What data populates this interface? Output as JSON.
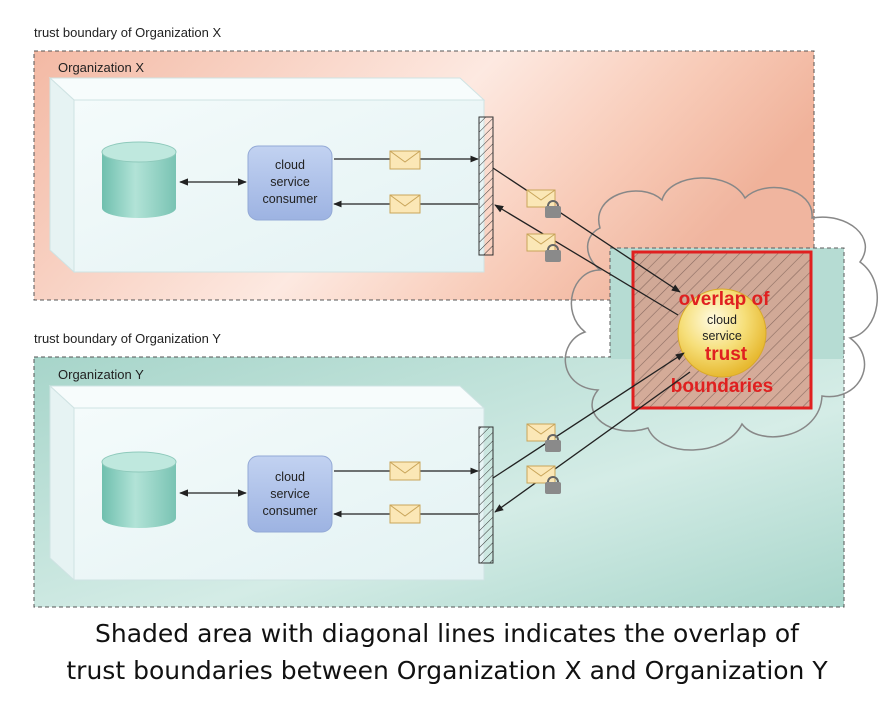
{
  "trust_boundary_x_label": "trust boundary of Organization X",
  "trust_boundary_y_label": "trust boundary of Organization Y",
  "org_x_label": "Organization X",
  "org_y_label": "Organization Y",
  "consumer_x_lines": [
    "cloud",
    "service",
    "consumer"
  ],
  "consumer_y_lines": [
    "cloud",
    "service",
    "consumer"
  ],
  "cloud_service_lines": [
    "cloud",
    "service"
  ],
  "overlap_label_line1": "overlap of",
  "overlap_label_line2": "trust",
  "overlap_label_line3": "boundaries",
  "caption_line1": "Shaded area with diagonal lines indicates the overlap of",
  "caption_line2": "trust boundaries between Organization X and Organization Y",
  "colors": {
    "org_x_fill": "#f0b8a2",
    "org_y_fill": "#a9d6cc",
    "overlap_outline": "#e02020",
    "overlap_text": "#e02020",
    "consumer_box": "#a9bde6",
    "database": "#8fd0c2",
    "cloud_service": "#f2d35e"
  }
}
